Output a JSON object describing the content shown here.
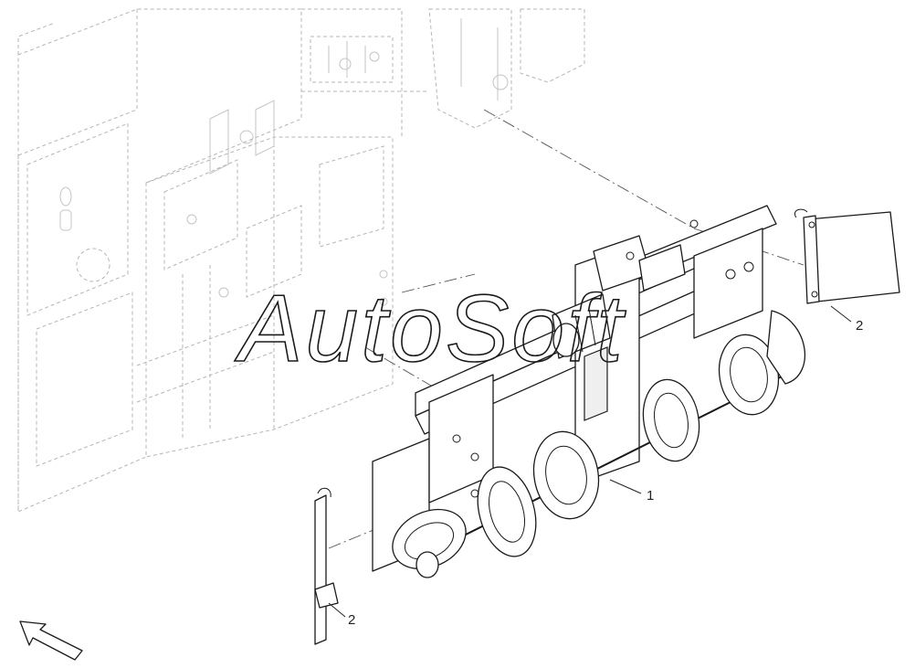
{
  "watermark": {
    "text": "AutoSoft"
  },
  "callouts": [
    {
      "id": "1",
      "label": "1"
    },
    {
      "id": "2a",
      "label": "2"
    },
    {
      "id": "2b",
      "label": "2"
    }
  ],
  "icons": {
    "view_direction": "view-direction-arrow-icon"
  }
}
